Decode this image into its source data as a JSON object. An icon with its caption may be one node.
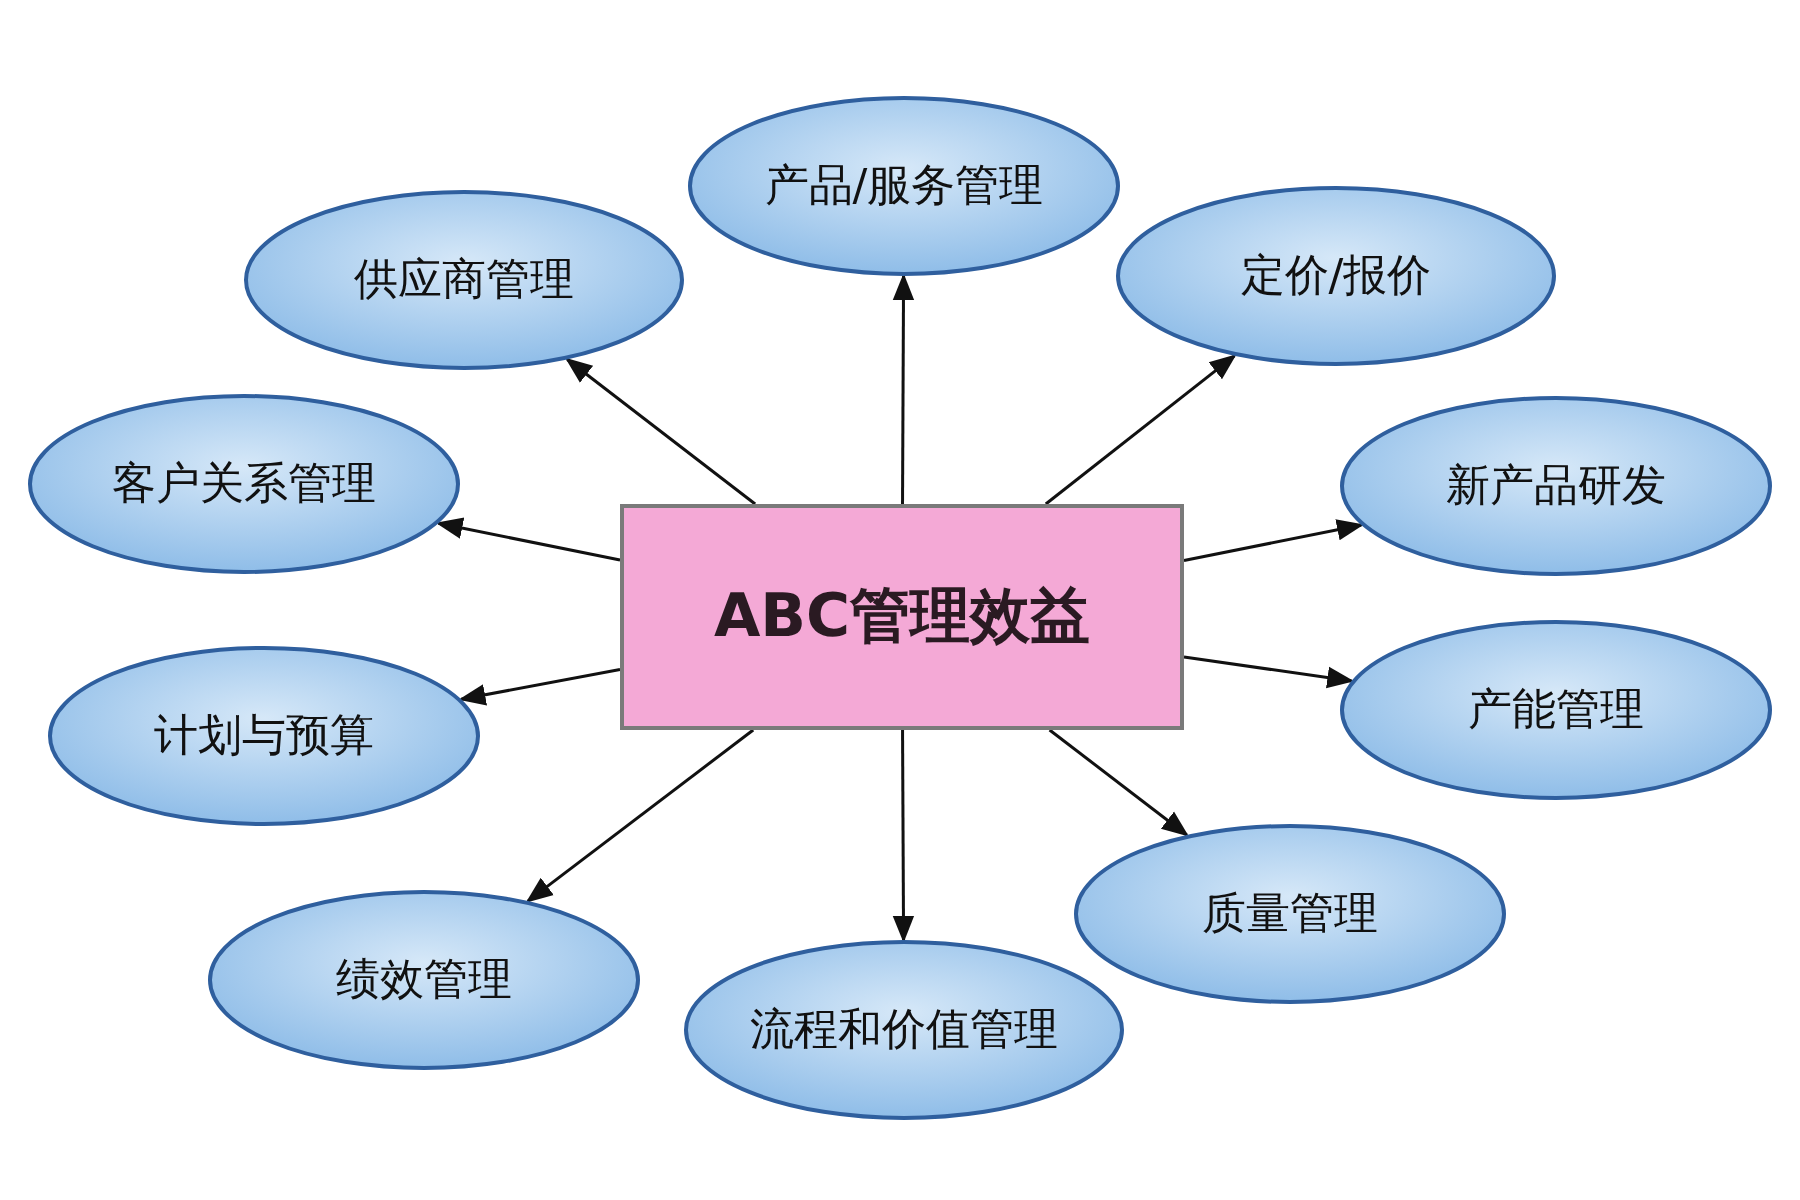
{
  "diagram": {
    "nodes": [
      {
        "text": [
          "ABC管理效益"
        ]
      },
      {
        "text": [
          "产品/服务管理"
        ]
      },
      {
        "text": [
          "定价/报价"
        ]
      },
      {
        "text": [
          "供应商管理"
        ]
      },
      {
        "text": [
          "客户关系管理"
        ]
      },
      {
        "text": [
          "新产品研发"
        ]
      },
      {
        "text": [
          "产能管理"
        ]
      },
      {
        "text": [
          "计划与预算"
        ]
      },
      {
        "text": [
          "质量管理"
        ]
      },
      {
        "text": [
          "绩效管理"
        ]
      },
      {
        "text": [
          "流程和价值管理"
        ]
      }
    ],
    "edges": [
      {
        "from": 0,
        "to": 1,
        "arrow": "to"
      },
      {
        "from": 0,
        "to": 2,
        "arrow": "to"
      },
      {
        "from": 0,
        "to": 3,
        "arrow": "to"
      },
      {
        "from": 0,
        "to": 4,
        "arrow": "to"
      },
      {
        "from": 0,
        "to": 5,
        "arrow": "to"
      },
      {
        "from": 0,
        "to": 6,
        "arrow": "to"
      },
      {
        "from": 0,
        "to": 7,
        "arrow": "to"
      },
      {
        "from": 0,
        "to": 8,
        "arrow": "to"
      },
      {
        "from": 0,
        "to": 9,
        "arrow": "to"
      },
      {
        "from": 0,
        "to": 10,
        "arrow": "to"
      }
    ]
  }
}
